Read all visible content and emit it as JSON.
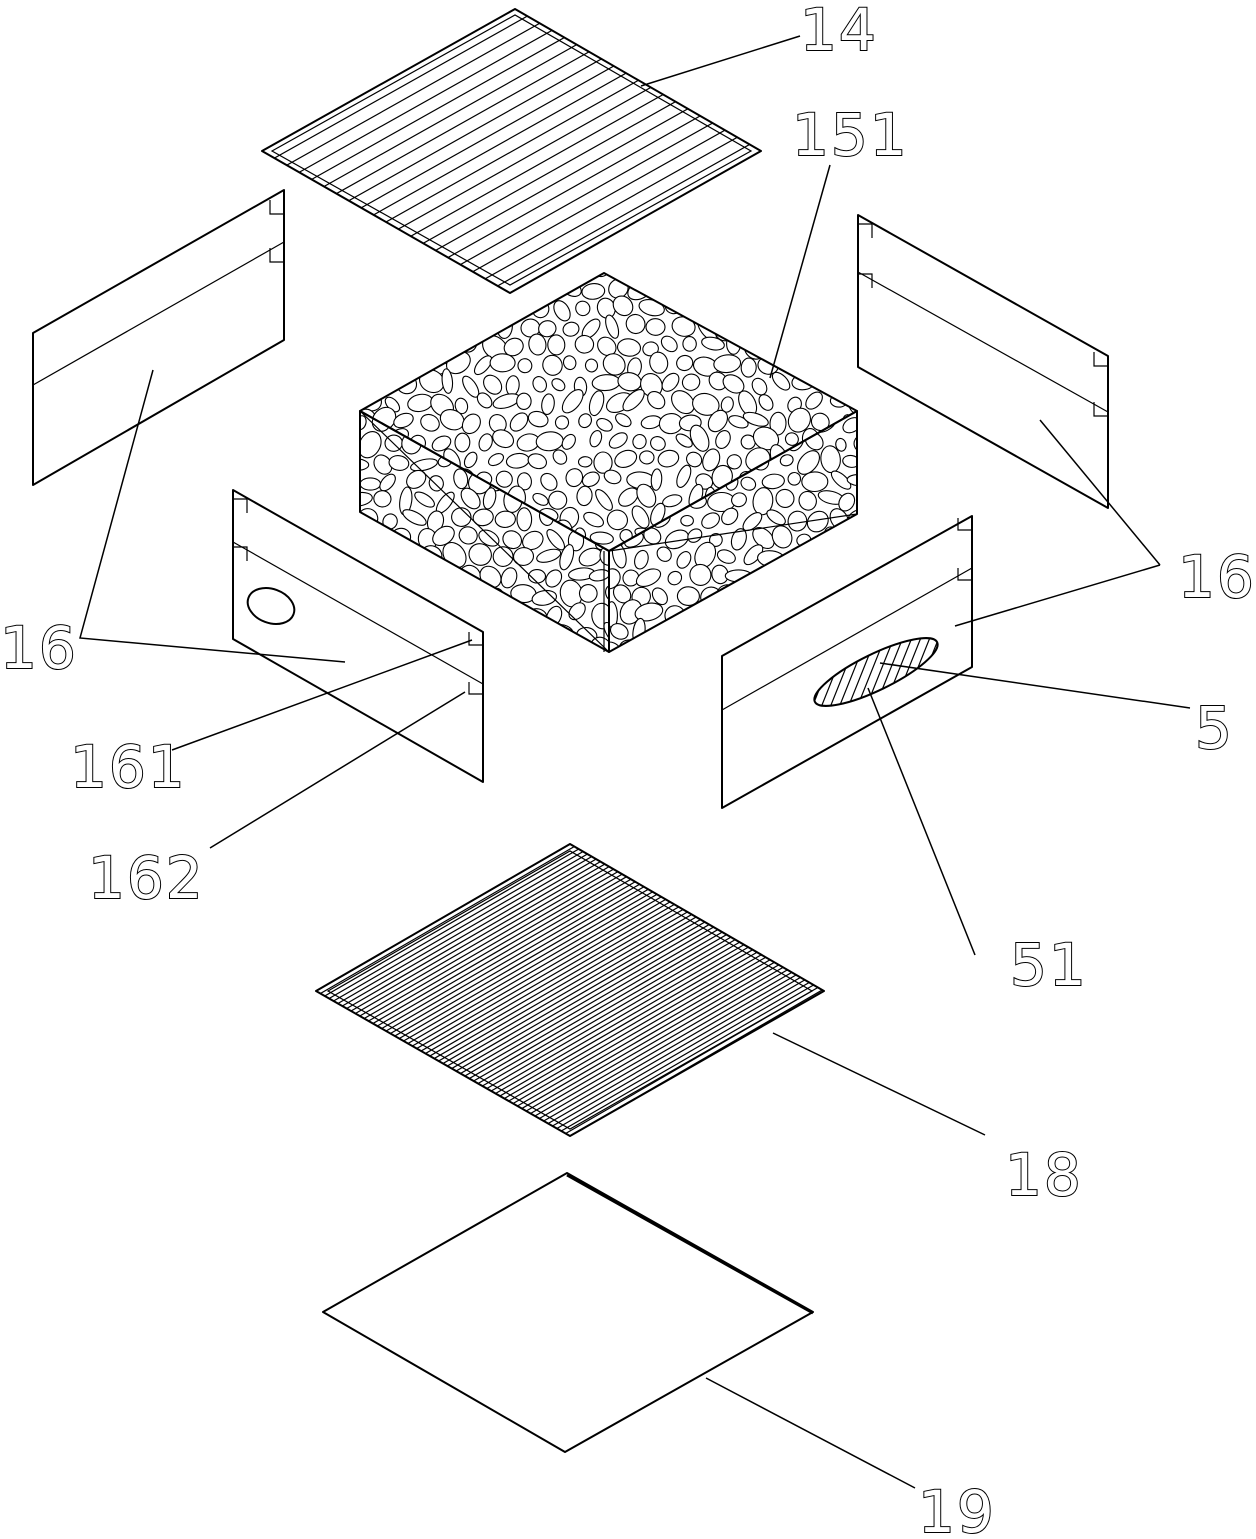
{
  "callouts": {
    "c14": "14",
    "c151": "151",
    "c16_right": "16",
    "c16_left": "16",
    "c5": "5",
    "c161": "161",
    "c162": "162",
    "c51": "51",
    "c18": "18",
    "c19": "19"
  }
}
